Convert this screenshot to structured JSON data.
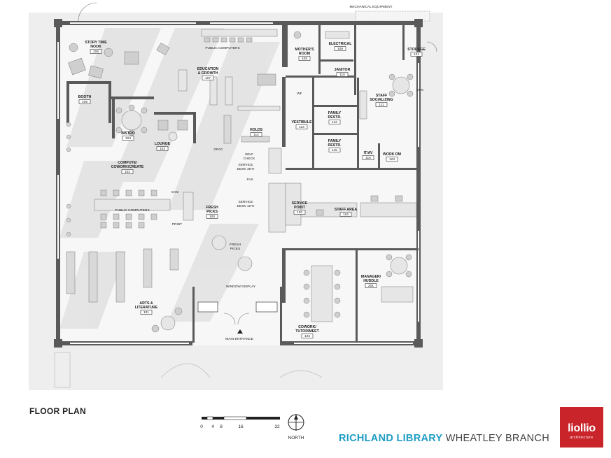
{
  "plan": {
    "top_label": "MECHANICAL EQUIPMENT",
    "rooms": [
      {
        "key": "story",
        "name": "STORY TIME\nNOOK",
        "num": "106"
      },
      {
        "key": "booth",
        "name": "BOOTH",
        "num": "105"
      },
      {
        "key": "bistro",
        "name": "BISTRO",
        "num": "104"
      },
      {
        "key": "lounge",
        "name": "LOUNGE",
        "num": "103"
      },
      {
        "key": "compute",
        "name": "COMPUTE/\nCOWORK/CREATE",
        "num": "102"
      },
      {
        "key": "education",
        "name": "EDUCATION\n& GROWTH",
        "num": "107"
      },
      {
        "key": "holds",
        "name": "HOLDS",
        "num": "114"
      },
      {
        "key": "fresh",
        "name": "FRESH\nPICKS",
        "num": "100"
      },
      {
        "key": "arts",
        "name": "ARTS &\nLITERATURE",
        "num": "101"
      },
      {
        "key": "mothers",
        "name": "MOTHER'S\nROOM",
        "num": "108"
      },
      {
        "key": "electrical",
        "name": "ELECTRICAL",
        "num": "109"
      },
      {
        "key": "janitor",
        "name": "JANITOR",
        "num": "110"
      },
      {
        "key": "storage",
        "name": "STORAGE",
        "num": "121"
      },
      {
        "key": "staffsoc",
        "name": "STAFF\nSOCIALIZING",
        "num": "111"
      },
      {
        "key": "vestibule",
        "name": "VESTIBULE",
        "num": "113"
      },
      {
        "key": "famr1",
        "name": "FAMILY\nRESTR.",
        "num": "112"
      },
      {
        "key": "famr2",
        "name": "FAMILY\nRESTR.",
        "num": "115"
      },
      {
        "key": "itav",
        "name": "IT/AV",
        "num": "116"
      },
      {
        "key": "workrm",
        "name": "WORK RM",
        "num": "123"
      },
      {
        "key": "servicepoint",
        "name": "SERVICE\nPOINT",
        "num": "120"
      },
      {
        "key": "staffarea",
        "name": "STAFF AREA",
        "num": "119"
      },
      {
        "key": "manager",
        "name": "MANAGER/\nHUDDLE",
        "num": "201"
      },
      {
        "key": "cowork",
        "name": "COWORK/\nTUTOR/MEET",
        "num": "122"
      }
    ],
    "labels": {
      "public_computers_top": "PUBLIC COMPUTERS",
      "public_computers_mid": "PUBLIC COMPUTERS",
      "opac": "OPAC",
      "self_check": "SELF\nCHECK",
      "service_desk_36": "SERVICE\nDESK 36\"H",
      "fax": "FAX",
      "service_desk_42": "SERVICE\nDESK 42\"H",
      "sam": "SAM",
      "print": "PRINT",
      "fresh_picks_bin": "FRESH\nPICKS",
      "window_display": "WINDOW DISPLAY",
      "main_entrance": "MAIN ENTRANCE",
      "wf": "WF",
      "ups": "UPS"
    }
  },
  "footer": {
    "title": "FLOOR PLAN",
    "scale_ticks": [
      "0",
      "4",
      "8",
      "16",
      "32"
    ],
    "north": "NORTH",
    "brand_primary": "RICHLAND LIBRARY",
    "brand_secondary": "WHEATLEY BRANCH",
    "logo_main": "liollio",
    "logo_sub": "architecture",
    "logo_color": "#c9242a",
    "brand_color": "#1f9dc4"
  }
}
